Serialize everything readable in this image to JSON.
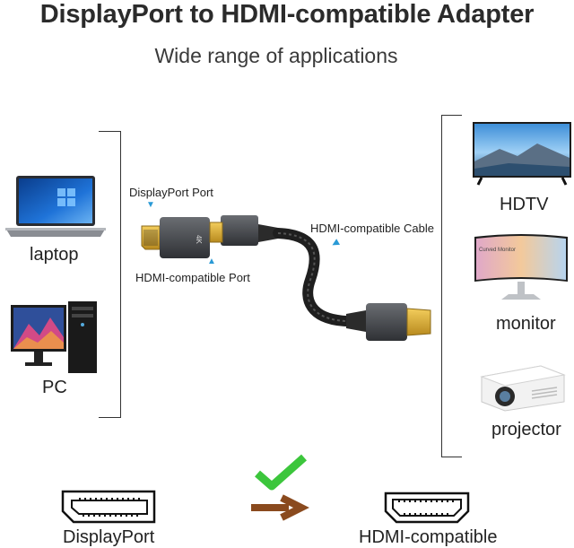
{
  "title": "DisplayPort to HDMI-compatible Adapter",
  "subtitle": "Wide range of applications",
  "devices_left": {
    "laptop": "laptop",
    "pc": "PC"
  },
  "devices_right": {
    "hdtv": "HDTV",
    "monitor": "monitor",
    "projector": "projector"
  },
  "callouts": {
    "displayport_port": "DisplayPort Port",
    "hdmi_port": "HDMI-compatible Port",
    "hdmi_cable": "HDMI-compatible Cable",
    "adapter_badge": "4K",
    "monitor_screen_text": "Curved Monitor"
  },
  "bottom": {
    "left_label": "DisplayPort",
    "right_label": "HDMI-compatible"
  },
  "colors": {
    "check": "#3cc63c",
    "arrow": "#8a4a1e",
    "connector_gold": "#d9a92f",
    "connector_gray": "#4a4c50",
    "callout_arrow": "#2a9ad6"
  }
}
